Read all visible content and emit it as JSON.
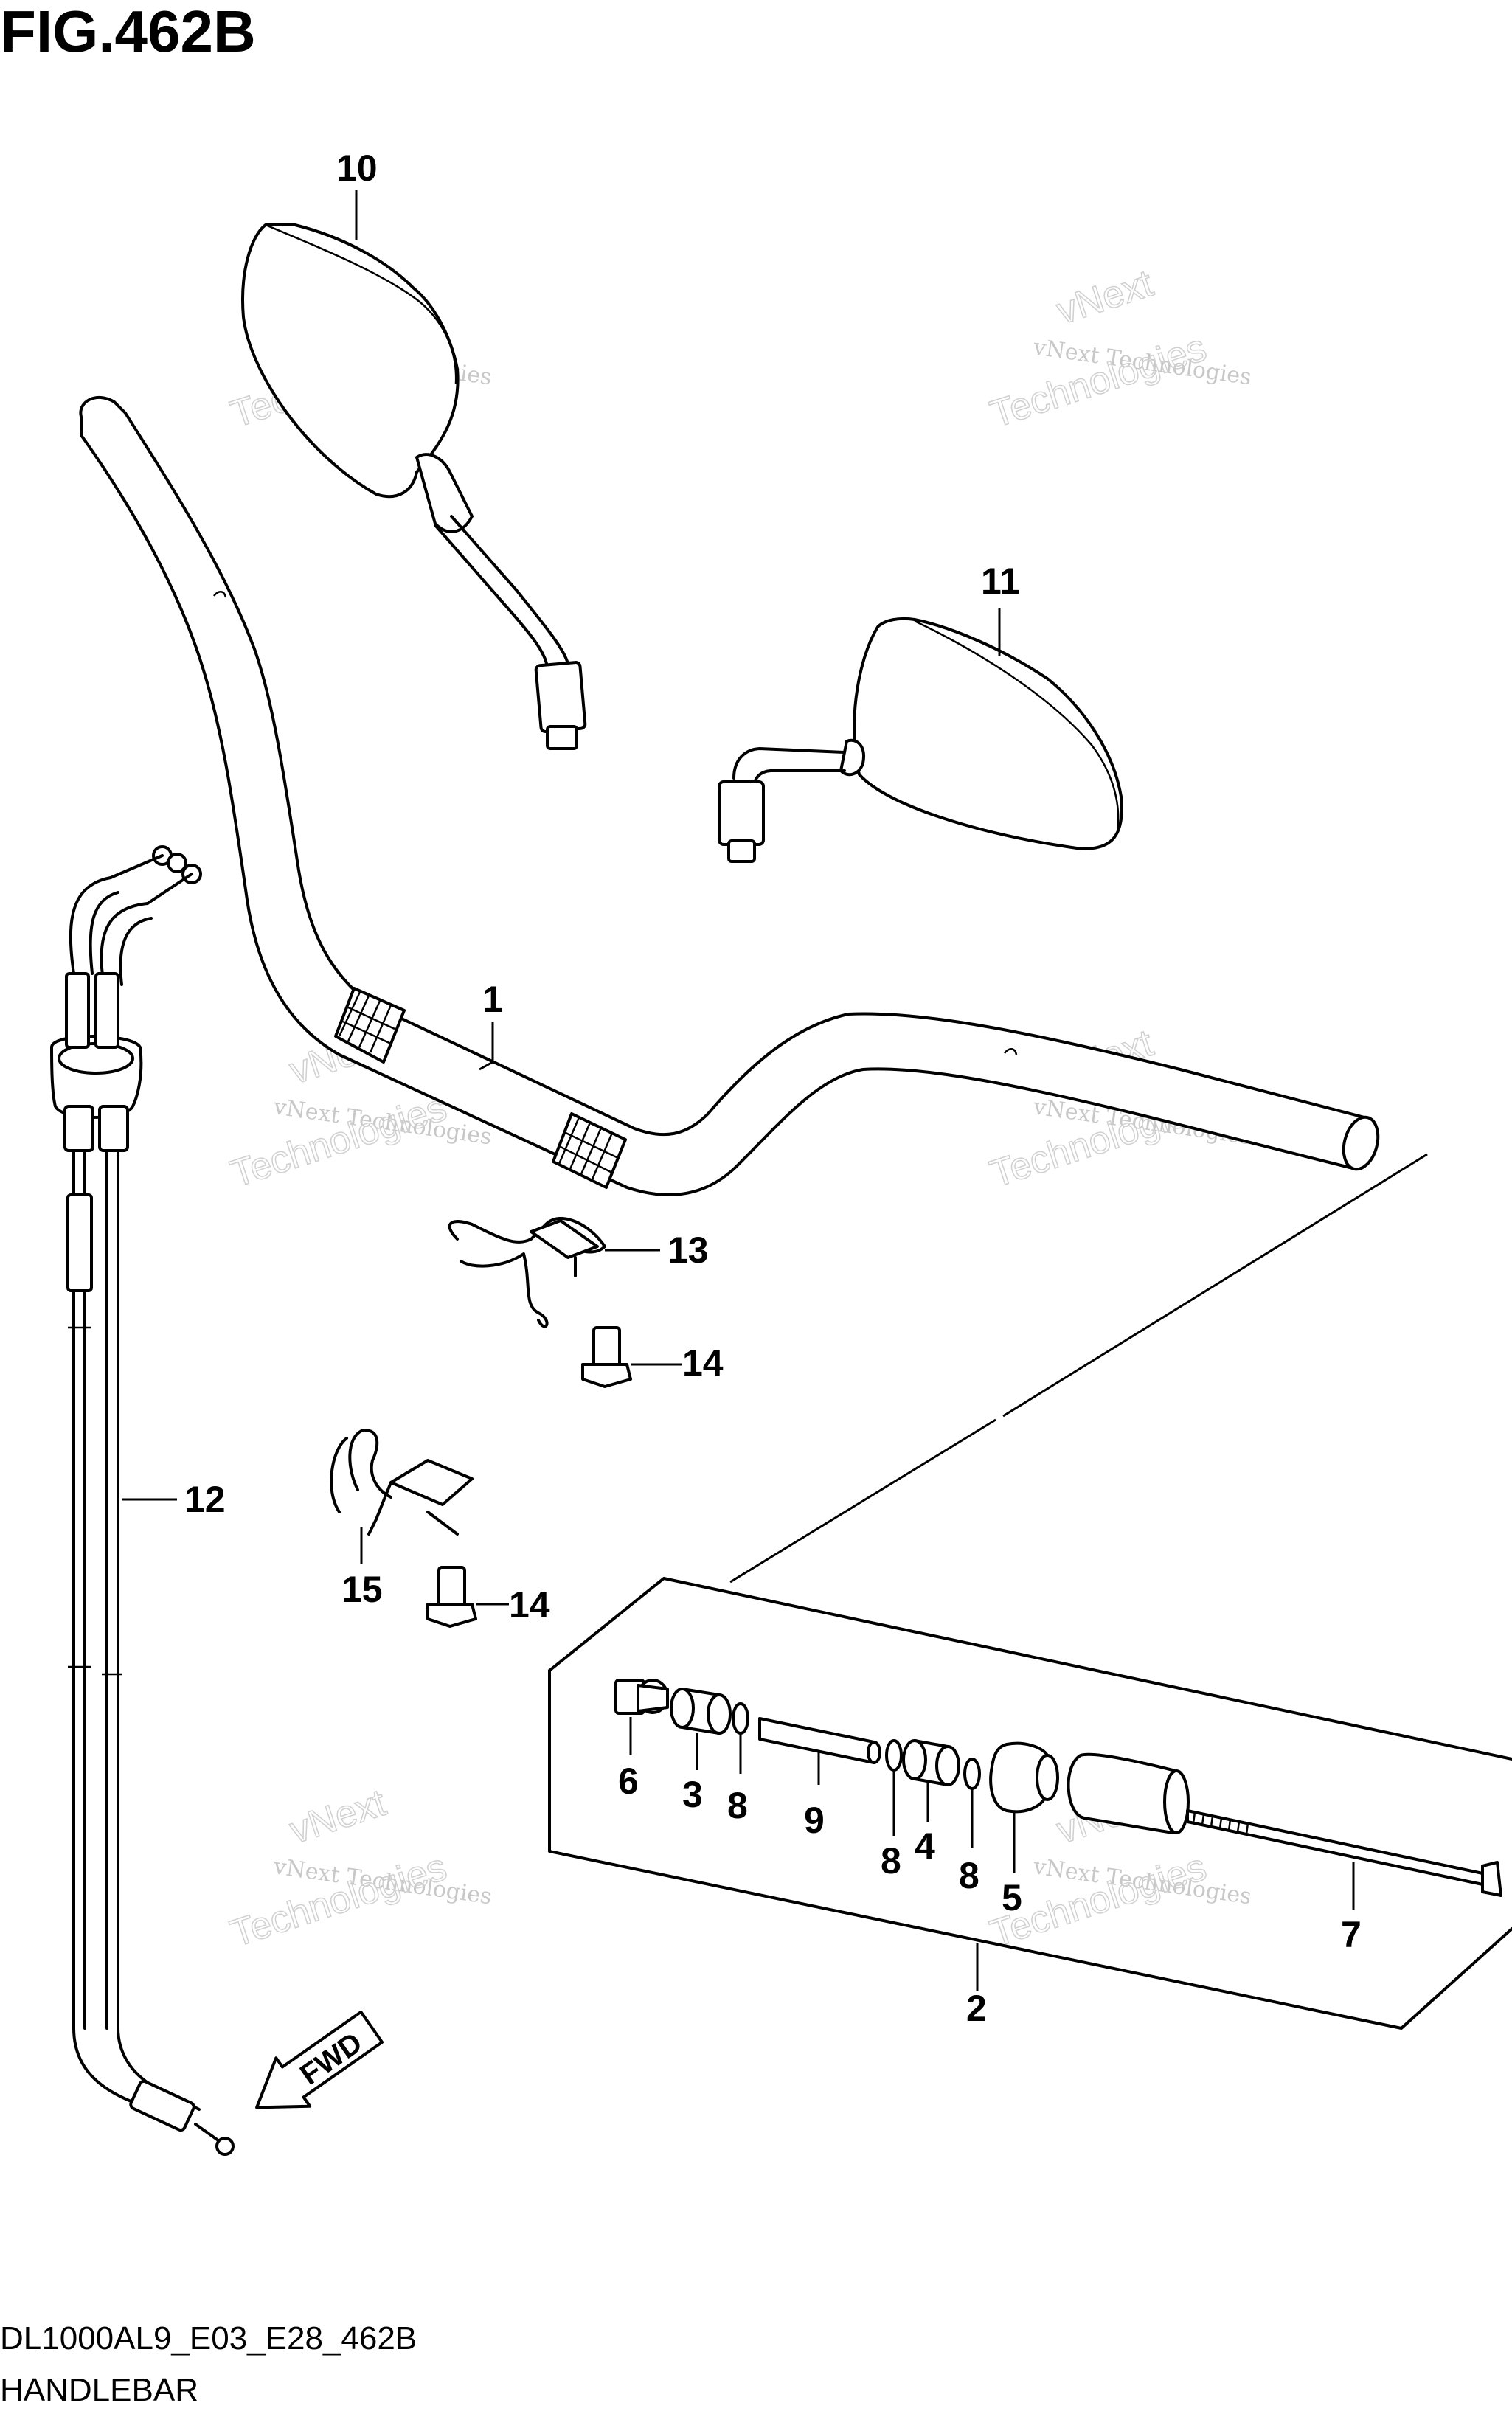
{
  "figure": {
    "title": "FIG.462B",
    "code": "DL1000AL9_E03_E28_462B",
    "name": "HANDLEBAR"
  },
  "callouts": [
    "1",
    "2",
    "3",
    "4",
    "5",
    "6",
    "7",
    "8",
    "8",
    "8",
    "9",
    "10",
    "11",
    "12",
    "13",
    "14",
    "14",
    "15"
  ],
  "direction_arrow": "FWD",
  "watermark": {
    "line1": "vNext",
    "line2": "vNext Technologies",
    "line3": "Technologies"
  }
}
